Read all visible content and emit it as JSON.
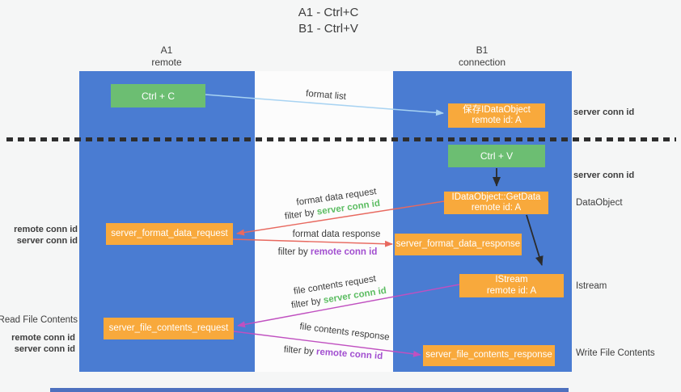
{
  "title": {
    "line1": "A1 - Ctrl+C",
    "line2": "B1 - Ctrl+V"
  },
  "lifelines": {
    "left": {
      "name": "A1",
      "role": "remote"
    },
    "right": {
      "name": "B1",
      "role": "connection"
    }
  },
  "boxes": {
    "ctrl_c": {
      "label": "Ctrl + C"
    },
    "ctrl_v": {
      "label": "Ctrl + V"
    },
    "save_dataobject": {
      "line1": "保存IDataObject",
      "line2": "remote id: A"
    },
    "getdata": {
      "line1": "IDataObject::GetData",
      "line2": "remote id: A"
    },
    "istream": {
      "line1": "IStream",
      "line2": "remote id: A"
    },
    "format_request": {
      "label": "server_format_data_request"
    },
    "format_response": {
      "label": "server_format_data_response"
    },
    "file_request": {
      "label": "server_file_contents_request"
    },
    "file_response": {
      "label": "server_file_contents_response"
    }
  },
  "arrows": {
    "format_list": {
      "label": "format list",
      "color": "#a8d3f2"
    },
    "format_data_request": {
      "label": "format data request",
      "filter_prefix": "filter by ",
      "filter_key": "server conn id",
      "color": "#e8695f"
    },
    "format_data_response": {
      "label": "format data response",
      "filter_prefix": "filter by ",
      "filter_key": "remote conn id",
      "color": "#e8695f"
    },
    "file_contents_request": {
      "label": "file contents request",
      "filter_prefix": "filter by ",
      "filter_key": "server conn id",
      "color": "#c050c0"
    },
    "file_contents_response": {
      "label": "file contents response",
      "filter_prefix": "filter by ",
      "filter_key": "remote conn id",
      "color": "#c050c0"
    }
  },
  "annotations": {
    "right_server_conn_top": "server conn id",
    "right_server_conn_mid": "server conn id",
    "dataobject": "DataObject",
    "istream": "Istream",
    "write_file_contents": "Write File Contents",
    "read_file_contents": "Read File Contents",
    "left_remote_conn_format": "remote conn id",
    "left_server_conn_format": "server conn id",
    "left_remote_conn_file": "remote conn id",
    "left_server_conn_file": "server conn id"
  },
  "colors": {
    "lifeline_blue": "#4a7cd2",
    "action_green": "#6cbe72",
    "message_orange": "#f8a93c",
    "server_conn_green": "#5cbd62",
    "remote_conn_purple": "#a24fd0",
    "red_arrow": "#e8695f",
    "magenta_arrow": "#c050c0",
    "light_blue_arrow": "#a8d3f2",
    "black_arrow": "#2b2b2b"
  }
}
